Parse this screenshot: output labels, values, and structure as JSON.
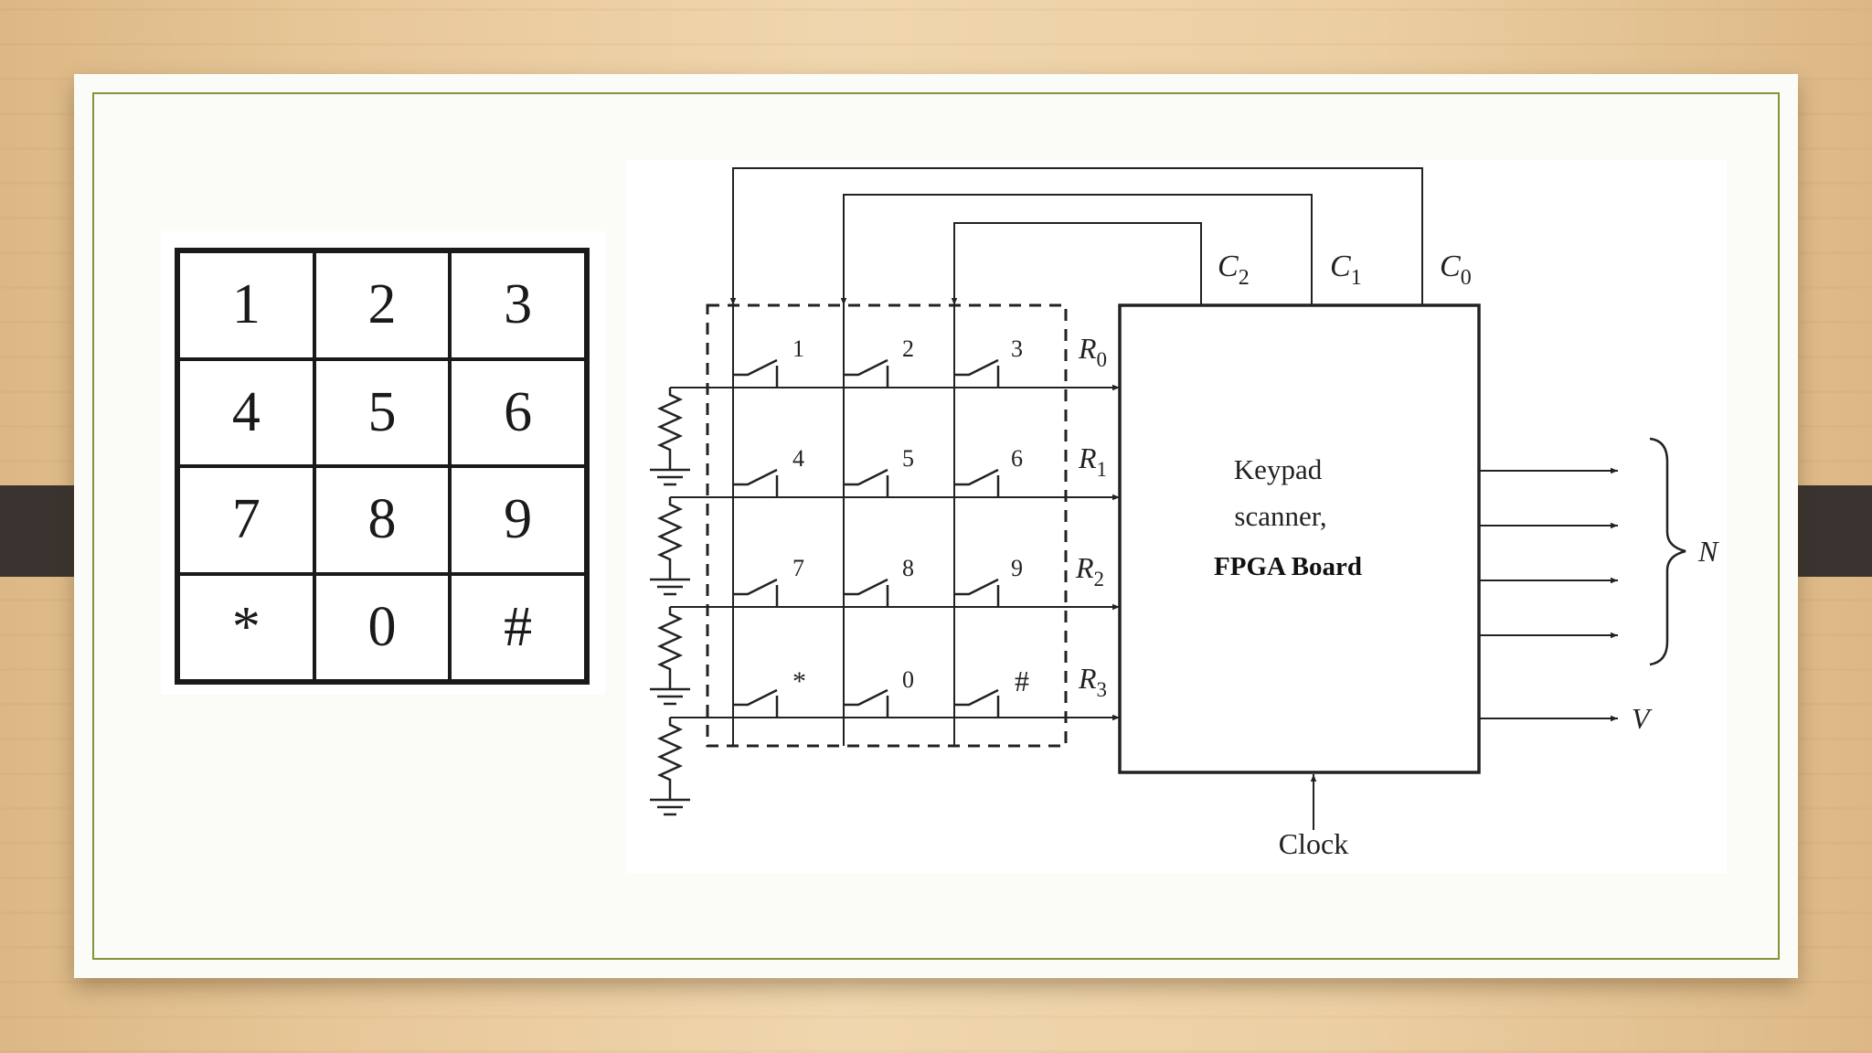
{
  "keypad": {
    "keys": [
      "1",
      "2",
      "3",
      "4",
      "5",
      "6",
      "7",
      "8",
      "9",
      "*",
      "0",
      "#"
    ]
  },
  "schematic": {
    "switch_labels": [
      "1",
      "2",
      "3",
      "4",
      "5",
      "6",
      "7",
      "8",
      "9",
      "*",
      "0",
      "#"
    ],
    "column_labels": [
      {
        "base": "C",
        "sub": "2"
      },
      {
        "base": "C",
        "sub": "1"
      },
      {
        "base": "C",
        "sub": "0"
      }
    ],
    "row_labels": [
      {
        "base": "R",
        "sub": "0"
      },
      {
        "base": "R",
        "sub": "1"
      },
      {
        "base": "R",
        "sub": "2"
      },
      {
        "base": "R",
        "sub": "3"
      }
    ],
    "scanner_line1": "Keypad",
    "scanner_line2": "scanner,",
    "scanner_line3": "FPGA Board",
    "output_n": "N",
    "output_v": "V",
    "clock": "Clock"
  }
}
